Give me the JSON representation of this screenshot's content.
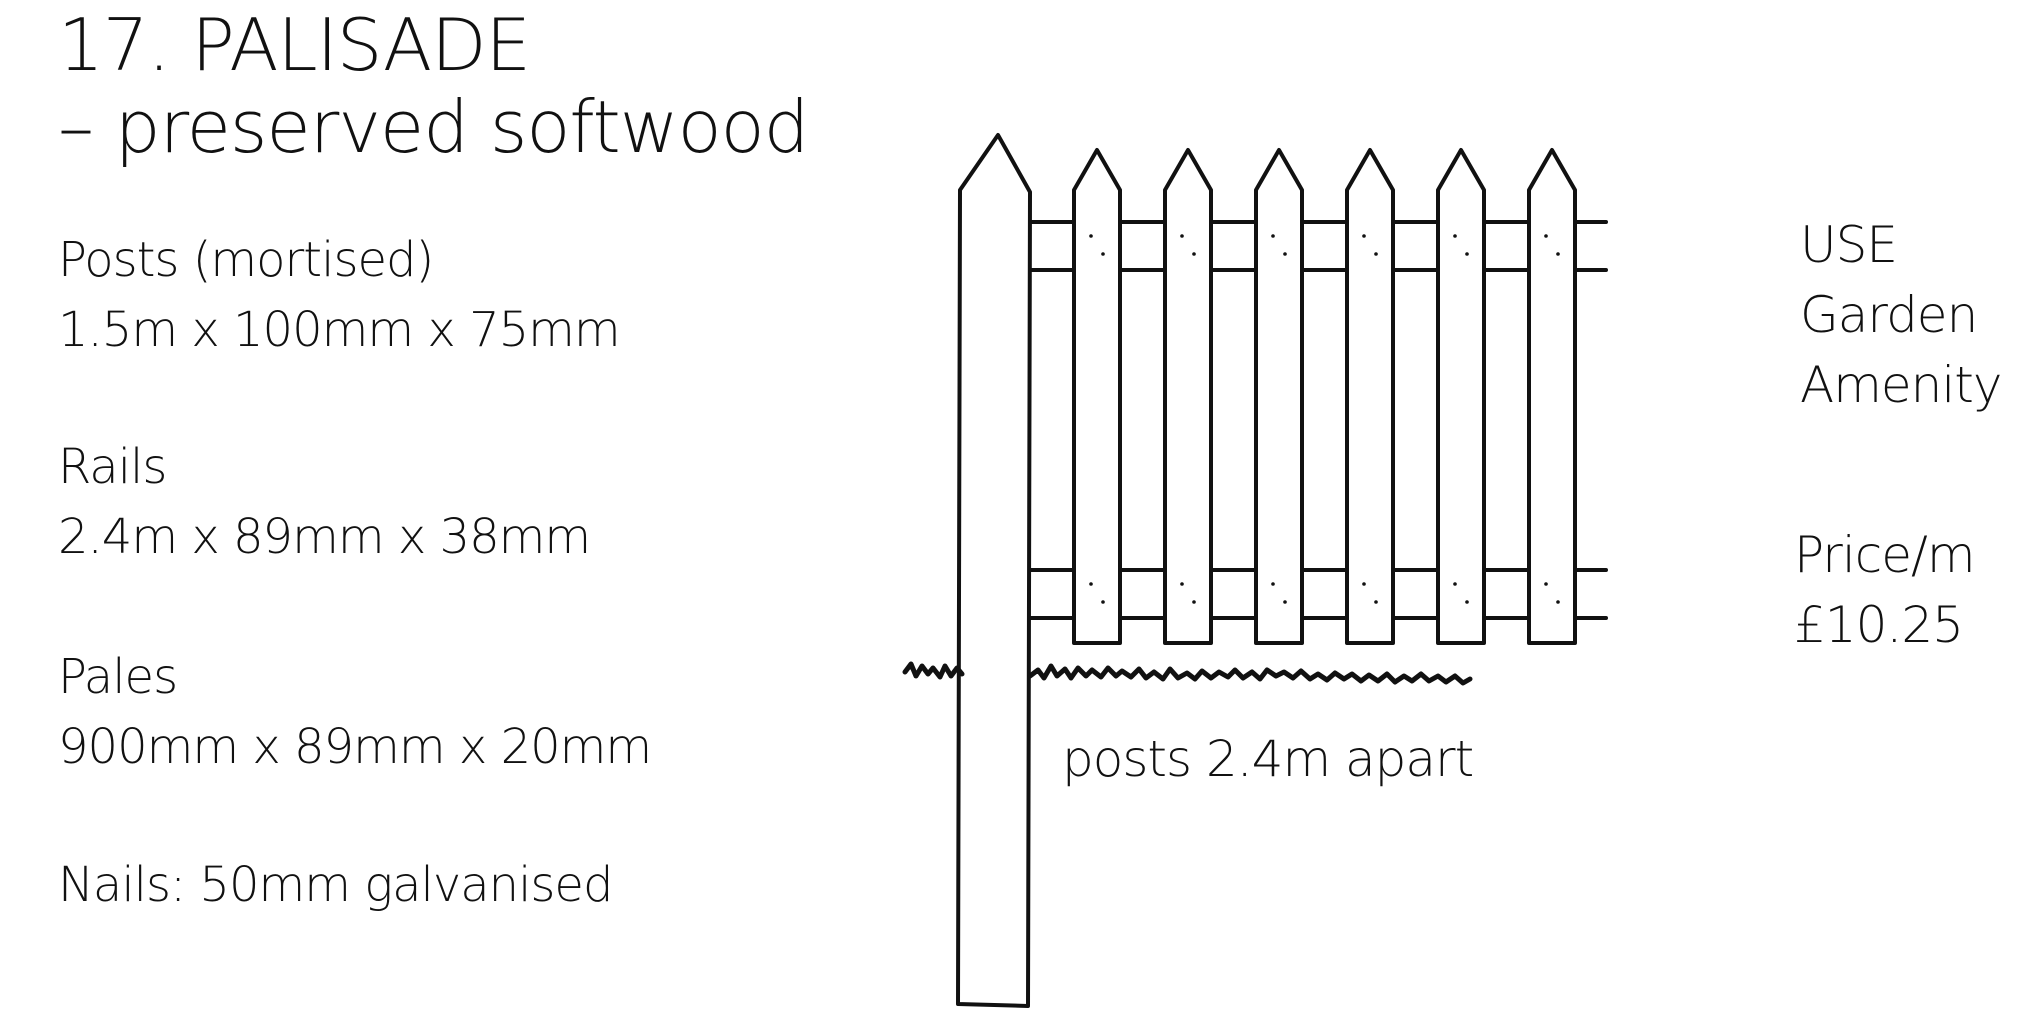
{
  "title": {
    "line1": "17. PALISADE",
    "line2": "– preserved softwood"
  },
  "specs": {
    "posts": {
      "label": "Posts (mortised)",
      "value": "1.5m x 100mm x 75mm"
    },
    "rails": {
      "label": "Rails",
      "value": "2.4m x 89mm x 38mm"
    },
    "pales": {
      "label": "Pales",
      "value": "900mm x 89mm x 20mm"
    },
    "nails": "Nails: 50mm galvanised"
  },
  "use": {
    "heading": "USE",
    "items": [
      "Garden",
      "Amenity"
    ]
  },
  "price": {
    "label": "Price/m",
    "value": "£10.25"
  },
  "drawing": {
    "caption": "posts 2.4m apart",
    "pale_count": 6
  }
}
